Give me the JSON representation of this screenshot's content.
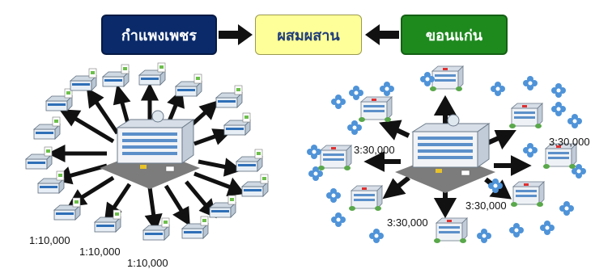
{
  "header": {
    "left_label": "กำแพงเพชร",
    "middle_label": "ผสมผสาน",
    "right_label": "ขอนแก่น"
  },
  "ratios": {
    "left_a": "1:10,000",
    "left_b": "1:10,000",
    "left_c": "1:10,000",
    "right_a": "3:30,000",
    "right_b": "3:30,000",
    "right_c": "3:30,000",
    "right_d": "3:30,000"
  },
  "colors": {
    "left_box": "#0a2a6a",
    "middle_box": "#ffff99",
    "right_box": "#1e8a1e",
    "arrow": "#111111"
  }
}
